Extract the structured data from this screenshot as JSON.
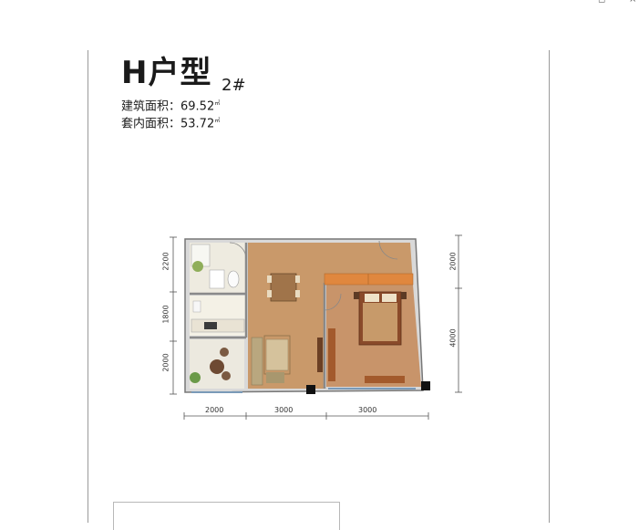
{
  "corner": {
    "left": "◻",
    "right": "×"
  },
  "header": {
    "title": "H户型",
    "building": "2#",
    "gross_area_label": "建筑面积：69.52",
    "gross_area_unit": "㎡",
    "inner_area_label": "套内面积：53.72",
    "inner_area_unit": "㎡"
  },
  "dimensions": {
    "left": [
      "2200",
      "1800",
      "2000"
    ],
    "right": [
      "2000",
      "4000"
    ],
    "bottom": [
      "2000",
      "3000",
      "3000"
    ]
  },
  "colors": {
    "floor": "#c9996a",
    "wall": "#8a8a8a",
    "tile": "#f1efe6",
    "sofa": "#b9a77f",
    "bed": "#8a4a2a",
    "cabinet": "#e0873e"
  }
}
